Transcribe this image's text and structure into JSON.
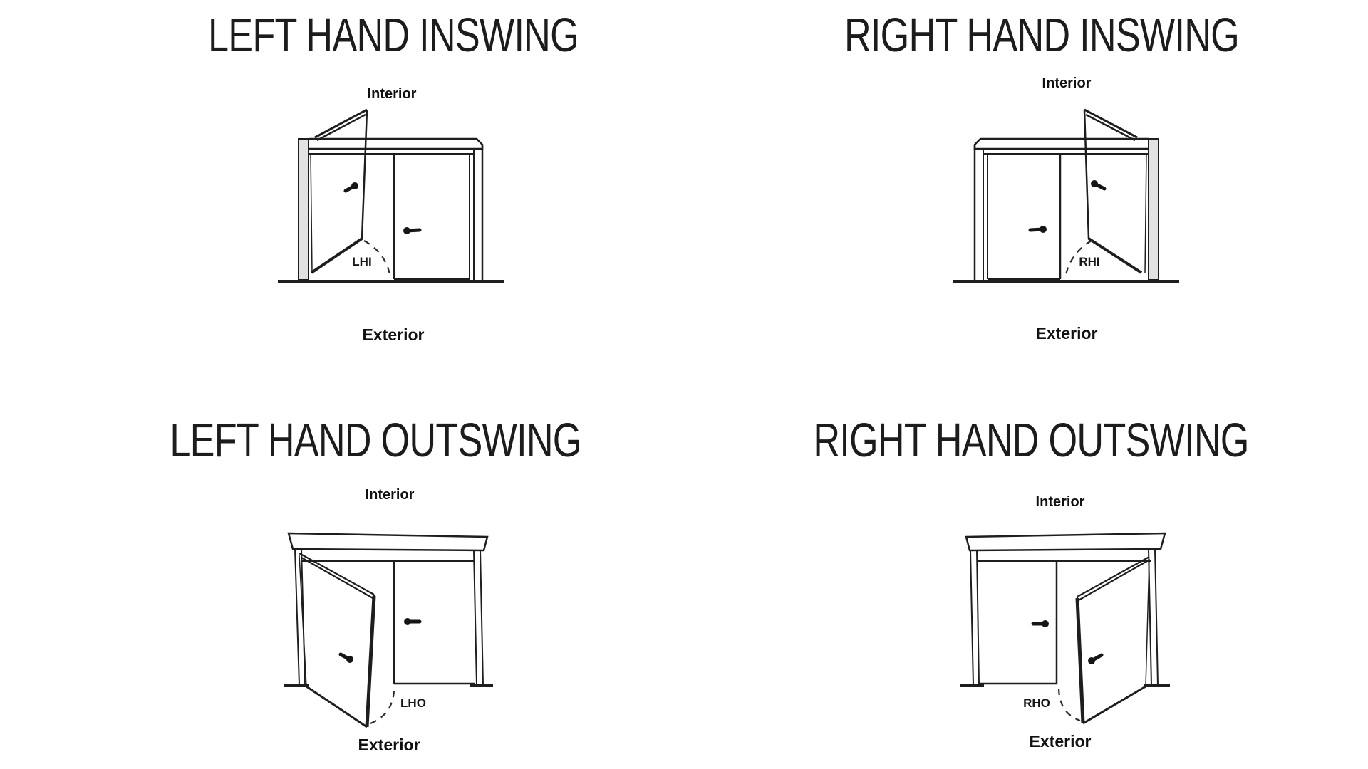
{
  "page": {
    "background_color": "#ffffff",
    "ink_color": "#1e1e1e"
  },
  "quadrants": [
    {
      "title": "LEFT HAND INSWING",
      "top_label": "Interior",
      "bottom_label": "Exterior",
      "abbr": "LHI"
    },
    {
      "title": "RIGHT HAND INSWING",
      "top_label": "Interior",
      "bottom_label": "Exterior",
      "abbr": "RHI"
    },
    {
      "title": "LEFT HAND OUTSWING",
      "top_label": "Interior",
      "bottom_label": "Exterior",
      "abbr": "LHO"
    },
    {
      "title": "RIGHT HAND OUTSWING",
      "top_label": "Interior",
      "bottom_label": "Exterior",
      "abbr": "RHO"
    }
  ]
}
